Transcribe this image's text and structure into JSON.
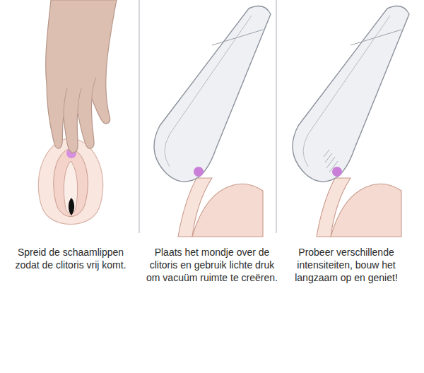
{
  "diagram": {
    "labels": [
      "Spreid de schaamlippen zodat de clitoris vrij komt.",
      "Plaats het mondje over de clitoris en gebruik lichte druk om vacuüm ruimte te creëren.",
      "Probeer verschillende intensiteiten, bouw het langzaam op en geniet!"
    ]
  }
}
